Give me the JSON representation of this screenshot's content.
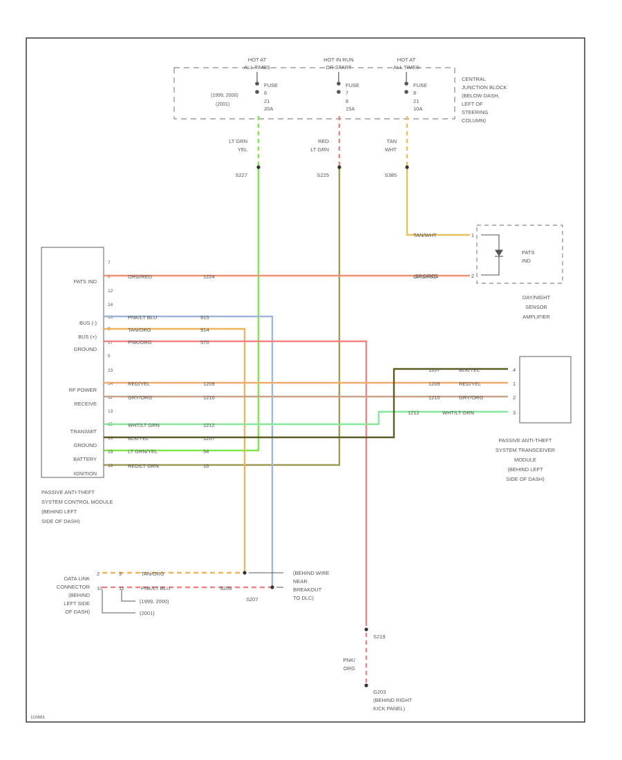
{
  "fuse_block": {
    "columns": [
      {
        "hot_l1": "HOT AT",
        "hot_l2": "ALL TIMES",
        "fuse_l1": "FUSE",
        "fuse_l2": "6",
        "fuse_l3": "21",
        "fuse_l4": "20A",
        "wire_l1": "LT GRN",
        "wire_l2": "YEL",
        "splice": "S227"
      },
      {
        "hot_l1": "HOT IN RUN",
        "hot_l2": "OR START",
        "fuse_l1": "FUSE",
        "fuse_l2": "7",
        "fuse_l3": "8",
        "fuse_l4": "15A",
        "wire_l1": "RED",
        "wire_l2": "LT GRN",
        "splice": "S225"
      },
      {
        "hot_l1": "HOT AT",
        "hot_l2": "ALL TIMES",
        "fuse_l1": "FUSE",
        "fuse_l2": "8",
        "fuse_l3": "21",
        "fuse_l4": "10A",
        "wire_l1": "TAN",
        "wire_l2": "WHT",
        "splice": "S385"
      }
    ],
    "year_note_1": "(1999, 2000)",
    "year_note_2": "(2001)",
    "label": [
      "CENTRAL",
      "JUNCTION BLOCK",
      "(BELOW DASH,",
      "LEFT OF",
      "STEERING",
      "COLUMN)"
    ]
  },
  "pats_led": {
    "wire_top": "TAN/WHT",
    "wire_bottom": "ORG/RED",
    "pin_top": "1",
    "pin_bottom": "2",
    "inner_l1": "PATS",
    "inner_l2": "IND",
    "label": [
      "DAY/NIGHT",
      "SENSOR",
      "AMPLIFIER"
    ]
  },
  "control_module": {
    "pins": [
      "PATS IND",
      "BUS (-)",
      "BUS (+)",
      "GROUND",
      "RF POWER",
      "RECEIVE",
      "TRANSMIT",
      "GROUND",
      "BATTERY",
      "IGNITION"
    ],
    "pin_numbers": [
      "7",
      "8",
      "12",
      "24",
      "10",
      "9",
      "17",
      "5",
      "23",
      "14",
      "11",
      "13",
      "15",
      "16",
      "19",
      "18"
    ],
    "label": [
      "PASSIVE ANTI-THEFT",
      "SYSTEM CONTROL MODULE",
      "(BEHIND LEFT",
      "SIDE OF DASH)"
    ]
  },
  "wires": [
    {
      "color": "ORG/RED",
      "circuit": "1224"
    },
    {
      "color": "PNK/LT BLU",
      "circuit": "915"
    },
    {
      "color": "TAN/ORG",
      "circuit": "914"
    },
    {
      "color": "PNK/ORG",
      "circuit": "570"
    },
    {
      "color": "RED/YEL",
      "circuit": "1209"
    },
    {
      "color": "GRY/ORG",
      "circuit": "1210"
    },
    {
      "color": "WHT/LT GRN",
      "circuit": "1212"
    },
    {
      "color": "BLK/YEL",
      "circuit": "1207"
    },
    {
      "color": "LT GRN/YEL",
      "circuit": "54"
    },
    {
      "color": "RED/LT GRN",
      "circuit": "16"
    }
  ],
  "transceiver": {
    "wires": [
      {
        "circuit": "1207",
        "color": "BLK/YEL",
        "pin": "4"
      },
      {
        "circuit": "1209",
        "color": "RED/YEL",
        "pin": "1"
      },
      {
        "circuit": "1210",
        "color": "GRY/ORG",
        "pin": "2"
      },
      {
        "circuit": "1212",
        "color": "WHT/LT GRN",
        "pin": "3"
      }
    ],
    "label": [
      "PASSIVE ANTI-THEFT",
      "SYSTEM TRANSCEIVER",
      "MODULE",
      "(BEHIND LEFT",
      "SIDE OF DASH)"
    ]
  },
  "dlc": {
    "wire1": "TAN/ORG",
    "wire2": "PNK/LT BLU",
    "circuit": "S206",
    "pin_a": "2",
    "pin_b": "3",
    "pin_c": "10",
    "pin_d": "11",
    "year_note_1": "(1999, 2000)",
    "year_note_2": "(2001)",
    "label": [
      "DATA LINK",
      "CONNECTOR",
      "(BEHIND",
      "LEFT SIDE",
      "OF DASH)"
    ],
    "splice": "S207",
    "note": [
      "(BEHIND WIRE",
      "NEAR",
      "BREAKOUT",
      "TO DLC)"
    ]
  },
  "ground": {
    "splice": "S219",
    "wire_l1": "PNK/",
    "wire_l2": "ORG",
    "g_label": [
      "G203",
      "(BEHIND RIGHT",
      "KICK PANEL)"
    ]
  },
  "figure_id": "110681",
  "colors": {
    "lt_grn_yel": "#7ee84a",
    "red_lt_grn": "#9e9a52",
    "tan_wht": "#e2c35a",
    "org_red": "#f0906e",
    "pnk_lt_blu": "#9fb4d6",
    "tan_org": "#f0b35a",
    "pnk_org": "#f08282",
    "red_yel": "#f2ac6a",
    "gry_org": "#c8a288",
    "wht_lt_grn": "#86e79c",
    "blk_yel": "#5a5a22",
    "frame": "#444444"
  }
}
